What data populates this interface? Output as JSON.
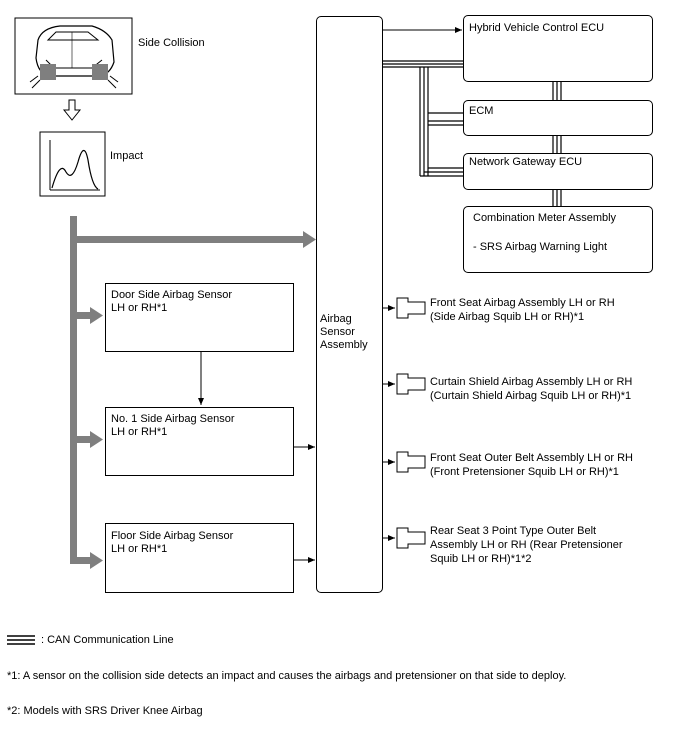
{
  "collision": {
    "label": "Side Collision"
  },
  "impact": {
    "label": "Impact"
  },
  "door_sensor": {
    "line1": "Door Side Airbag Sensor",
    "line2": "LH or RH*1"
  },
  "no1_sensor": {
    "line1": "No. 1 Side Airbag Sensor",
    "line2": "LH or RH*1"
  },
  "floor_sensor": {
    "line1": "Floor Side Airbag Sensor",
    "line2": "LH or RH*1"
  },
  "airbag_assembly": {
    "line1": "Airbag",
    "line2": "Sensor",
    "line3": "Assembly"
  },
  "ecus": {
    "hybrid": "Hybrid Vehicle Control ECU",
    "ecm": "ECM",
    "gateway": "Network Gateway ECU",
    "meter": "Combination Meter Assembly",
    "meter_light": "- SRS Airbag Warning Light"
  },
  "outputs": [
    {
      "line1": "Front Seat Airbag Assembly LH or RH",
      "line2": "(Side Airbag Squib LH or RH)*1"
    },
    {
      "line1": "Curtain Shield Airbag Assembly LH or RH",
      "line2": "(Curtain Shield Airbag Squib LH or RH)*1"
    },
    {
      "line1": "Front Seat Outer Belt Assembly LH or RH",
      "line2": "(Front Pretensioner Squib LH or RH)*1"
    },
    {
      "line1": "Rear Seat 3 Point Type Outer Belt",
      "line2": "Assembly LH or RH (Rear Pretensioner",
      "line3": "Squib LH or RH)*1*2"
    }
  ],
  "legend": {
    "can": ": CAN Communication Line"
  },
  "notes": {
    "n1": "*1: A sensor on the collision side detects an impact and causes the airbags and pretensioner on that side to deploy.",
    "n2": "*2: Models with SRS Driver Knee Airbag"
  },
  "colors": {
    "gray_arrow": "#7f7f7f",
    "line": "#000000"
  }
}
